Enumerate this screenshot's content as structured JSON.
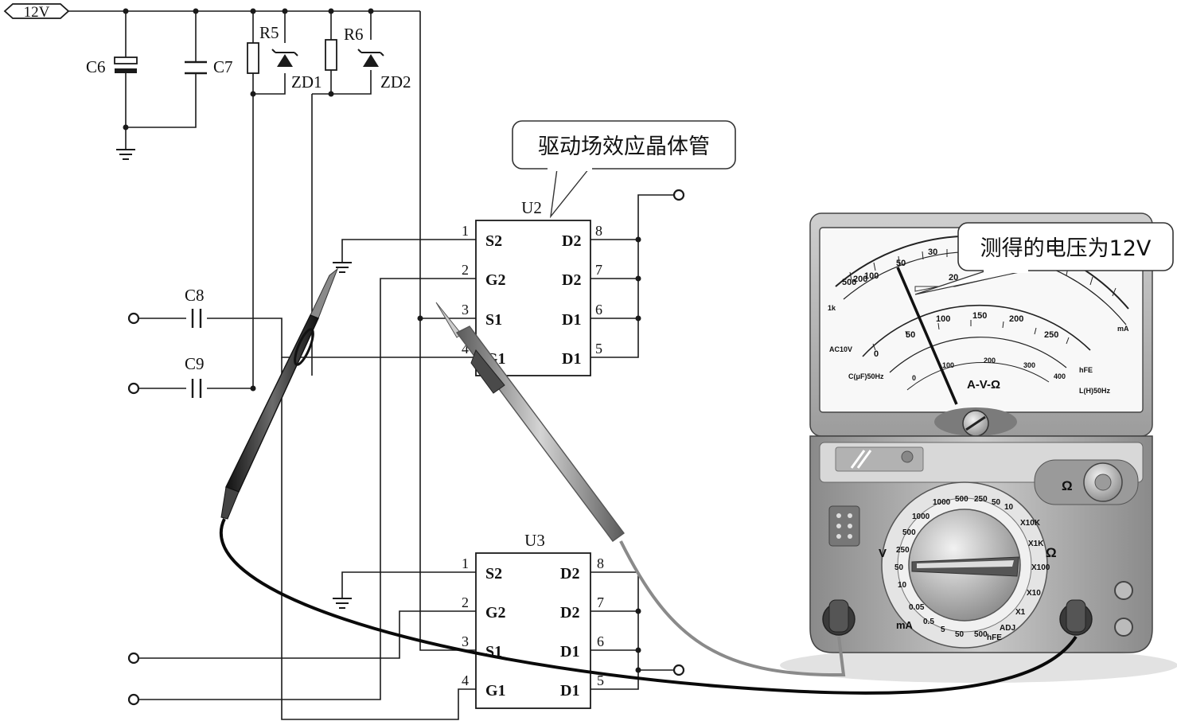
{
  "supply": {
    "label": "12V"
  },
  "components": {
    "c6": "C6",
    "c7": "C7",
    "c8": "C8",
    "c9": "C9",
    "r5": "R5",
    "r6": "R6",
    "zd1": "ZD1",
    "zd2": "ZD2"
  },
  "chips": {
    "u2": {
      "label": "U2",
      "left_pins": [
        {
          "num": "1",
          "name": "S2"
        },
        {
          "num": "2",
          "name": "G2"
        },
        {
          "num": "3",
          "name": "S1"
        },
        {
          "num": "4",
          "name": "G1"
        }
      ],
      "right_pins": [
        {
          "num": "8",
          "name": "D2"
        },
        {
          "num": "7",
          "name": "D2"
        },
        {
          "num": "6",
          "name": "D1"
        },
        {
          "num": "5",
          "name": "D1"
        }
      ]
    },
    "u3": {
      "label": "U3",
      "left_pins": [
        {
          "num": "1",
          "name": "S2"
        },
        {
          "num": "2",
          "name": "G2"
        },
        {
          "num": "3",
          "name": "S1"
        },
        {
          "num": "4",
          "name": "G1"
        }
      ],
      "right_pins": [
        {
          "num": "8",
          "name": "D2"
        },
        {
          "num": "7",
          "name": "D2"
        },
        {
          "num": "6",
          "name": "D1"
        },
        {
          "num": "5",
          "name": "D1"
        }
      ]
    }
  },
  "callouts": {
    "driver_fet": "驱动场效应晶体管",
    "measured_voltage": "测得的电压为12V"
  },
  "meter": {
    "scale_labels": {
      "top_arc": [
        "500",
        "200",
        "100",
        "50",
        "30",
        "20"
      ],
      "dcv_arc": [
        "0",
        "50",
        "100",
        "150",
        "200",
        "250"
      ],
      "hfe_arc": [
        "0",
        "100",
        "200",
        "300",
        "400"
      ],
      "side_ohm": "1k",
      "unit_mark": "A-V-Ω",
      "ac10v": "AC10V",
      "cap": "C(μF)50Hz",
      "ind": "L(H)50Hz",
      "hfe": "hFE",
      "ma": "mA"
    },
    "dial": {
      "v_label": "V",
      "ma_label": "mA",
      "ohm_label": "Ω",
      "knob_ohm": "Ω",
      "acv_ranges": [
        "1000",
        "500",
        "250",
        "50",
        "10"
      ],
      "ohm_ranges": [
        "X10K",
        "X1K",
        "X100",
        "X10",
        "X1"
      ],
      "dcv_ranges": [
        "1000",
        "500",
        "250",
        "50",
        "10"
      ],
      "ma_ranges": [
        "0.05",
        "0.5",
        "5",
        "50",
        "500"
      ],
      "misc": [
        "ADJ",
        "hFE"
      ]
    }
  }
}
